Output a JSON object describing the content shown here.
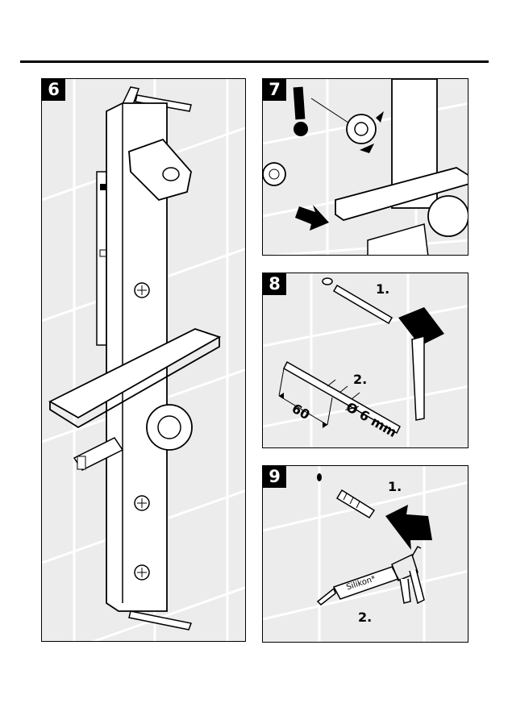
{
  "panels": [
    {
      "id": "6",
      "number": "6"
    },
    {
      "id": "7",
      "number": "7"
    },
    {
      "id": "8",
      "number": "8",
      "step1": "1.",
      "step2": "2.",
      "depth": "60",
      "diameter": "Ø 6 mm"
    },
    {
      "id": "9",
      "number": "9",
      "step1": "1.",
      "step2": "2.",
      "cartridge_text": "Silikon*"
    }
  ]
}
